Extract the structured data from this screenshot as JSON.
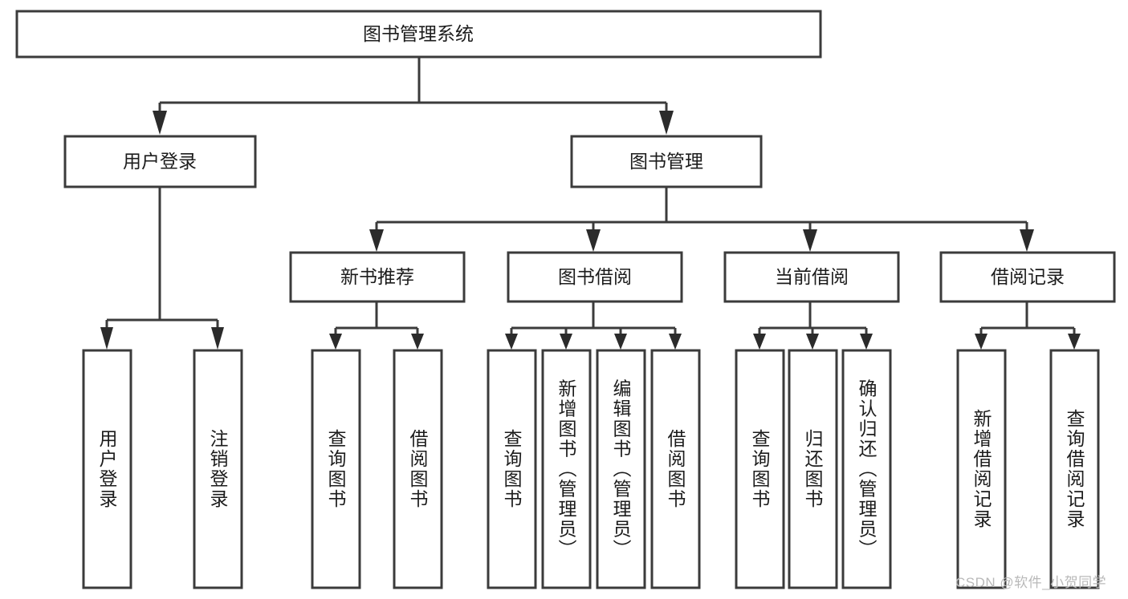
{
  "diagram": {
    "title": "图书管理系统",
    "type": "tree-hierarchy-chart",
    "orientation": "top-down",
    "colors": {
      "box_fill": "#ffffff",
      "box_stroke": "#3b3b3b",
      "connector": "#3b3b3b",
      "text": "#1c1c1c",
      "background": "#ffffff",
      "watermark": "#b9b9b9"
    },
    "root": {
      "label": "图书管理系统"
    },
    "level2": [
      {
        "label": "用户登录"
      },
      {
        "label": "图书管理"
      }
    ],
    "level3": [
      {
        "label": "新书推荐"
      },
      {
        "label": "图书借阅"
      },
      {
        "label": "当前借阅"
      },
      {
        "label": "借阅记录"
      }
    ],
    "leaves": {
      "user_login": [
        {
          "label": "用户登录"
        },
        {
          "label": "注销登录"
        }
      ],
      "new_book_recommend": [
        {
          "label": "查询图书"
        },
        {
          "label": "借阅图书"
        }
      ],
      "book_borrow": [
        {
          "label": "查询图书"
        },
        {
          "label": "新增图书（管理员）"
        },
        {
          "label": "编辑图书（管理员）"
        },
        {
          "label": "借阅图书"
        }
      ],
      "current_borrow": [
        {
          "label": "查询图书"
        },
        {
          "label": "归还图书"
        },
        {
          "label": "确认归还（管理员）"
        }
      ],
      "borrow_record": [
        {
          "label": "新增借阅记录"
        },
        {
          "label": "查询借阅记录"
        }
      ]
    }
  },
  "watermark": {
    "text": "CSDN @软件_小贺同学"
  }
}
